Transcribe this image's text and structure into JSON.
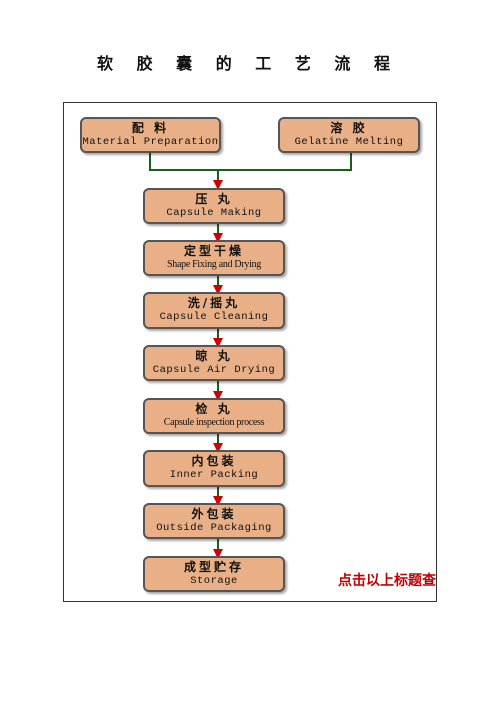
{
  "title": "软 胶 囊 的 工 艺 流 程",
  "inputs": [
    {
      "zh": "配 料",
      "en": "Material Preparation"
    },
    {
      "zh": "溶 胶",
      "en": "Gelatine Melting"
    }
  ],
  "steps": [
    {
      "zh": "压 丸",
      "en": "Capsule Making"
    },
    {
      "zh": "定型干燥",
      "en": "Shape Fixing and Drying"
    },
    {
      "zh": "洗/摇丸",
      "en": "Capsule Cleaning"
    },
    {
      "zh": "晾 丸",
      "en": "Capsule Air Drying"
    },
    {
      "zh": "检 丸",
      "en": "Capsule inspection process"
    },
    {
      "zh": "内包装",
      "en": "Inner Packing"
    },
    {
      "zh": "外包装",
      "en": "Outside Packaging"
    },
    {
      "zh": "成型贮存",
      "en": "Storage"
    }
  ],
  "link_text": "点击以上标题查",
  "colors": {
    "box_fill": "#E9B088",
    "merge_line": "#1B5E1B",
    "arrow": "#D00000",
    "link": "#C00000"
  }
}
